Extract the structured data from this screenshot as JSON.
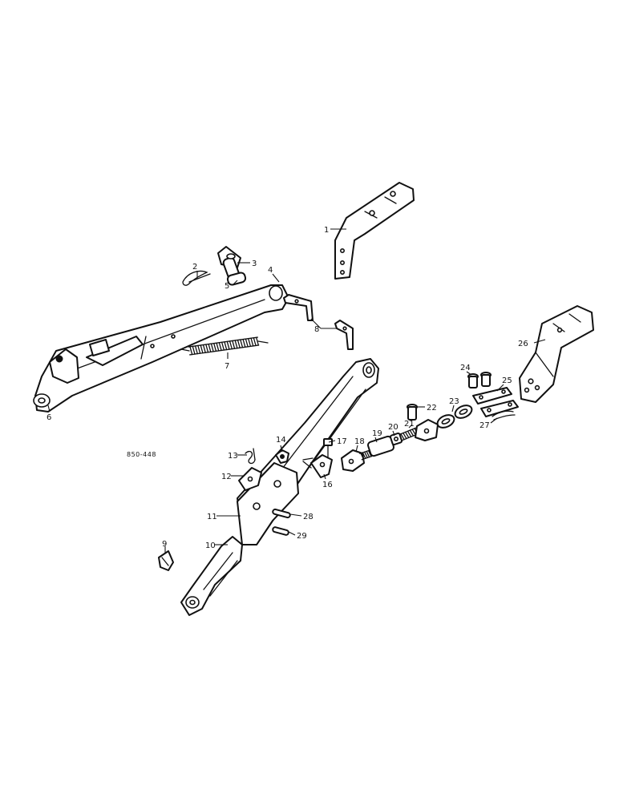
{
  "diagram": {
    "reference_code": "850-448",
    "callouts": [
      "1",
      "2",
      "3",
      "4",
      "5",
      "6",
      "7",
      "8",
      "9",
      "10",
      "11",
      "12",
      "13",
      "14",
      "16",
      "17",
      "18",
      "19",
      "20",
      "21",
      "22",
      "23",
      "24",
      "25",
      "26",
      "27",
      "28",
      "29"
    ]
  }
}
